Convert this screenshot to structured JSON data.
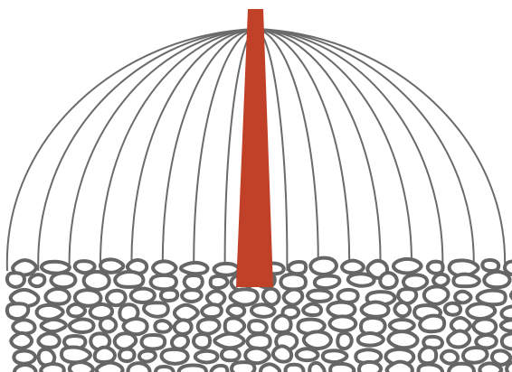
{
  "diagram": {
    "rib_count": 17,
    "colors": {
      "background": "#ffffff",
      "rib_stroke": "#6b6b6b",
      "mast_fill": "#c14128",
      "stone_stroke": "#666666",
      "stone_fill": "#ffffff"
    },
    "icons": {
      "mast": "vertical-mast-shape",
      "ribs": "curved-dome-ribs",
      "base": "cobblestone-pile"
    }
  }
}
